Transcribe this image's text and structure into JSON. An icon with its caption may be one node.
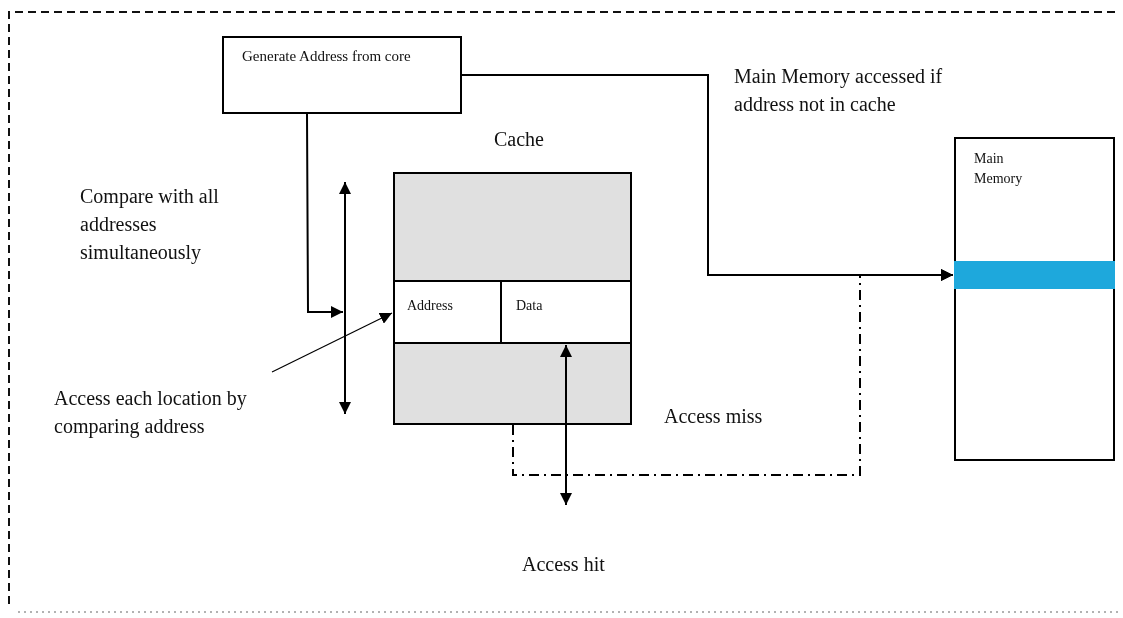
{
  "diagram": {
    "nodes": [
      {
        "text": [
          "Generate Address from core"
        ]
      },
      {
        "text": [
          "Cache"
        ]
      },
      {
        "text": [
          "Address"
        ],
        "in": 1
      },
      {
        "text": [
          "Data"
        ],
        "in": 1
      },
      {
        "text": [
          "Main Memory"
        ]
      },
      {
        "text": [],
        "shape": "bar",
        "in": 4
      },
      {
        "text": [
          "Access each location by comparing address"
        ]
      }
    ],
    "edges": [
      {
        "from": 0,
        "to": 4,
        "arrow": "to"
      },
      {
        "from": 0,
        "to": null,
        "arrow": "to"
      },
      {
        "from": 6,
        "to": 2,
        "arrow": "to"
      },
      {
        "from": 1,
        "to": 4,
        "arrow": "to",
        "style": "dashed"
      },
      {
        "from": 3,
        "to": null,
        "arrow": "both"
      }
    ],
    "labels": [
      "Compare with all addresses simultaneously",
      "Main Memory accessed if address not in cache",
      "Access miss",
      "Access hit"
    ]
  }
}
